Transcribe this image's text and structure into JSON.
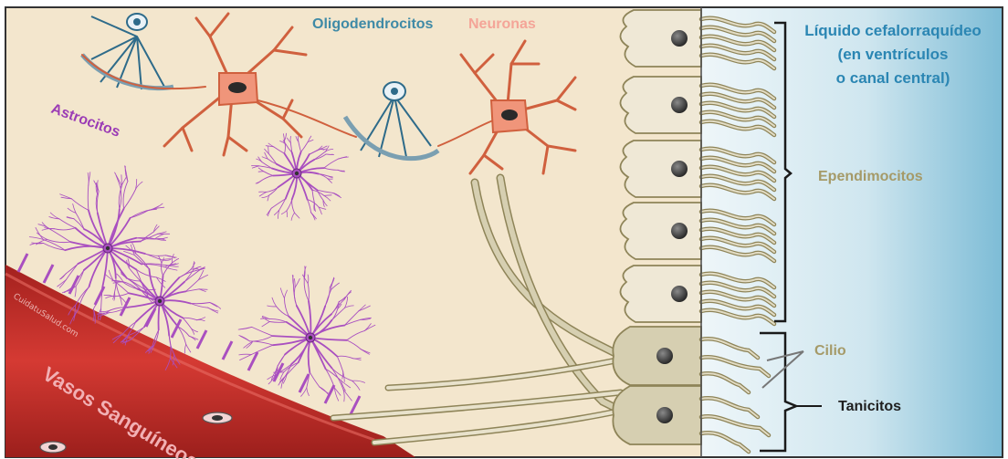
{
  "labels": {
    "oligodendrocitos": "Oligodendrocitos",
    "neuronas": "Neuronas",
    "astrocitos": "Astrocitos",
    "vasos_sanguineos": "Vasos Sanguíneos",
    "lcr_line1": "Líquido cefalorraquídeo",
    "lcr_line2": "(en ventrículos",
    "lcr_line3": "o canal central)",
    "ependimocitos": "Ependimocitos",
    "cilio": "Cilio",
    "tanicitos": "Tanicitos",
    "watermark": "CuidatuSalud.com"
  },
  "colors": {
    "tissue_bg": "#f3e6cd",
    "csf_light": "#e8f3f7",
    "csf_dark": "#7fbfd6",
    "vessel_red": "#c4302c",
    "vessel_dark": "#9b1e1c",
    "astrocyte": "#a94fc0",
    "neuron": "#f0957a",
    "neuron_stroke": "#d0603e",
    "oligo": "#2e6b8a",
    "ependymal_fill": "#efe8d6",
    "tanycyte_fill": "#d6cfb1",
    "cell_stroke": "#8e8458",
    "nucleus": "#3a3a3a",
    "label_oligo": "#3f8aa6",
    "label_neuron": "#f4a598",
    "label_astro": "#9b3cb5",
    "label_vessel": "#f2b0b4",
    "label_lcr": "#2b86b3",
    "label_epend": "#a59a68",
    "label_tani": "#1f1f1f"
  }
}
